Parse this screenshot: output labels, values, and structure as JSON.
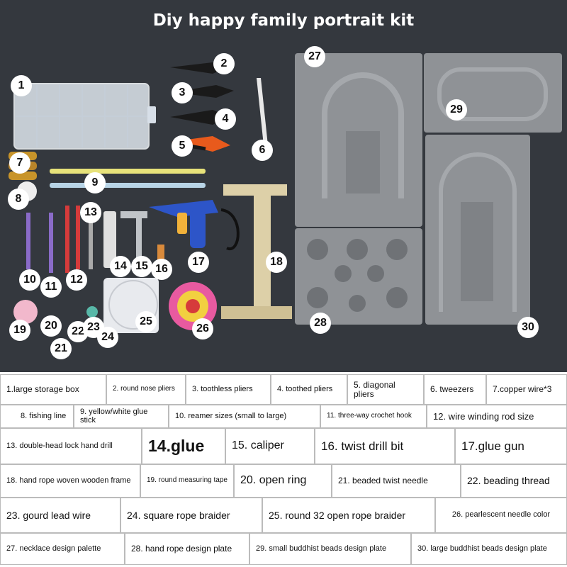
{
  "title": "Diy happy family portrait kit",
  "photo_numbers": [
    "1",
    "2",
    "3",
    "4",
    "5",
    "6",
    "7",
    "8",
    "9",
    "10",
    "11",
    "12",
    "13",
    "14",
    "15",
    "16",
    "17",
    "18",
    "19",
    "20",
    "21",
    "22",
    "23",
    "24",
    "25",
    "26",
    "27",
    "28",
    "29",
    "30"
  ],
  "legend": [
    "1.large storage box",
    "2. round nose pliers",
    "3. toothless pliers",
    "4. toothed pliers",
    "5. diagonal pliers",
    "6. tweezers",
    "7.copper wire*3",
    "8. fishing line",
    "9. yellow/white glue stick",
    "10. reamer sizes (small to large)",
    "11. three-way crochet hook",
    "12. wire winding rod size",
    "13. double-head lock hand drill",
    "14.glue",
    "15. caliper",
    "16. twist drill bit",
    "17.glue gun",
    "18. hand rope woven wooden frame",
    "19. round measuring tape",
    "20. open ring",
    "21. beaded twist needle",
    "22. beading thread",
    "23. gourd lead wire",
    "24. square rope braider",
    "25. round 32 open rope braider",
    "26. pearlescent needle color",
    "27. necklace design palette",
    "28. hand rope design plate",
    "29. small buddhist beads design plate",
    "30. large buddhist beads design plate"
  ],
  "colors": {
    "background": "#34383e",
    "tray": "#8f9296",
    "glue_gun": "#2d55c8",
    "wood_frame": "#ddd0a8",
    "plier_handle": "#1a1a1a",
    "plier_handle_orange": "#e85a1c"
  }
}
